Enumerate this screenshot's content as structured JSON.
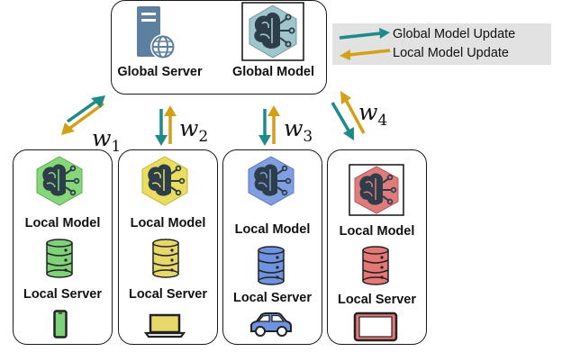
{
  "colors": {
    "global_update_arrow": "#1f8a8a",
    "local_update_arrow": "#d4a017",
    "legend_bg": "#e2e2e2",
    "brain_global": "#9fc6cc",
    "brain_green": "#86d67a",
    "brain_yellow": "#e9dc5f",
    "brain_blue": "#7f9fe0",
    "brain_red": "#e07b7b",
    "db_green": "#7fd27a",
    "db_yellow": "#e6d86a",
    "db_blue": "#6e93e0",
    "db_red": "#e67777",
    "server_icon": "#5d7fa0"
  },
  "legend": {
    "global_label": "Global Model Update",
    "local_label": "Local Model Update"
  },
  "global": {
    "server_label": "Global Server",
    "model_label": "Global Model"
  },
  "weights": {
    "w1": {
      "sym": "w",
      "sub": "1"
    },
    "w2": {
      "sym": "w",
      "sub": "2"
    },
    "w3": {
      "sym": "w",
      "sub": "3"
    },
    "w4": {
      "sym": "w",
      "sub": "4"
    }
  },
  "clients": [
    {
      "model_label": "Local Model",
      "server_label": "Local Server",
      "device_icon": "smartphone-icon"
    },
    {
      "model_label": "Local Model",
      "server_label": "Local Server",
      "device_icon": "laptop-icon"
    },
    {
      "model_label": "Local Model",
      "server_label": "Local Server",
      "device_icon": "car-icon"
    },
    {
      "model_label": "Local Model",
      "server_label": "Local Server",
      "device_icon": "tablet-icon"
    }
  ]
}
